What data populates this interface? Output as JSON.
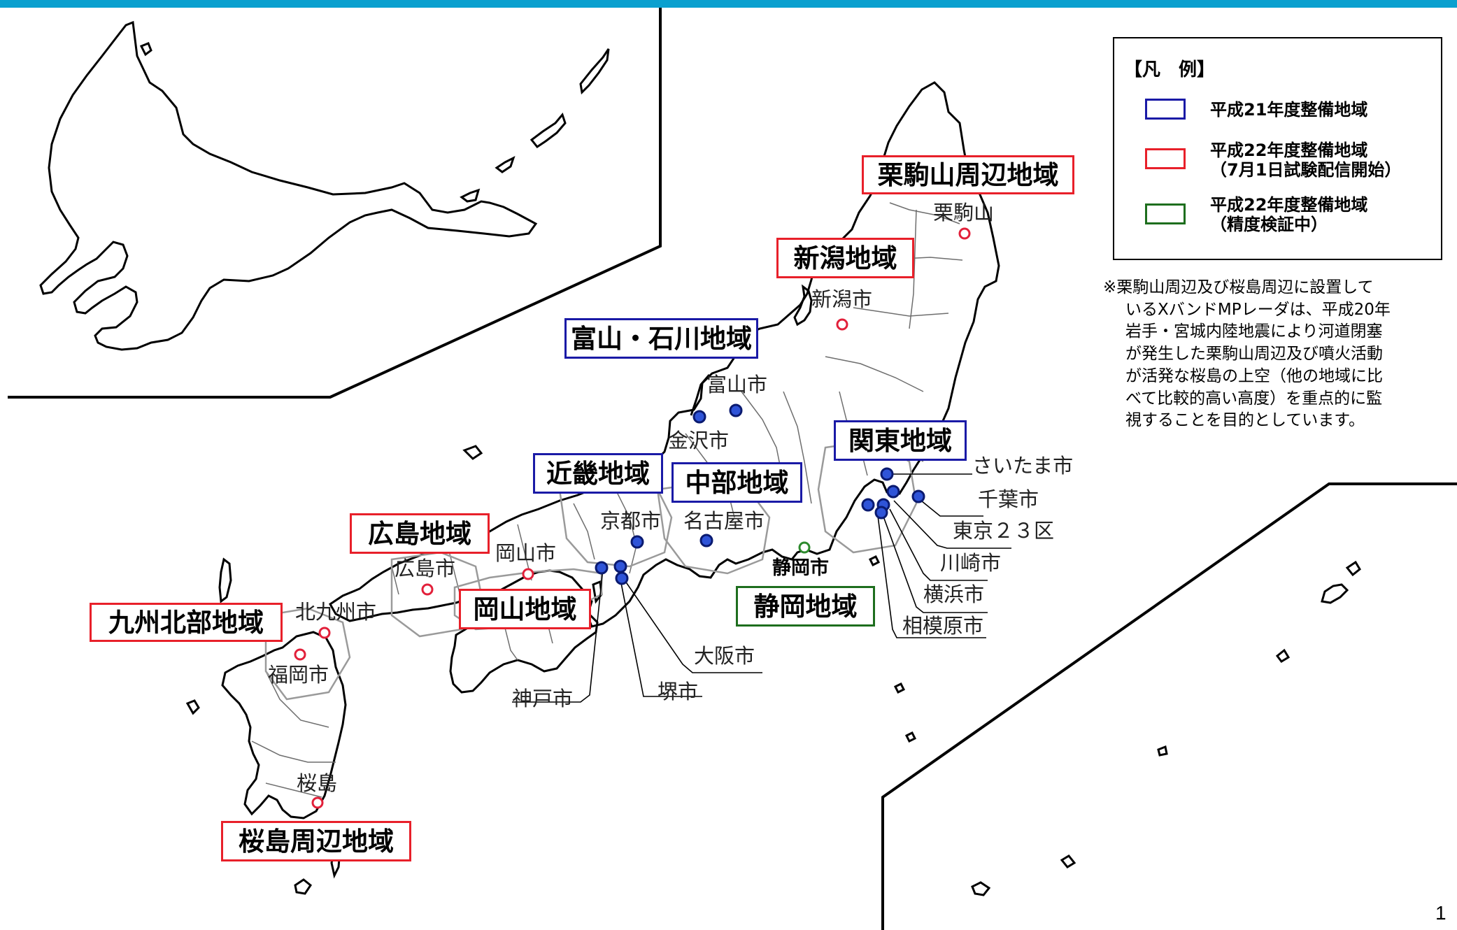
{
  "colors": {
    "top_bar": "#0aa0cf",
    "region_blue": "#1a1aa6",
    "region_red": "#e8202a",
    "region_green": "#1e6e1e",
    "dot_blue": "#2f54d8",
    "dot_red": "#e2203a",
    "dot_green": "#2d8a2d"
  },
  "legend": {
    "title": "【凡　例】",
    "items": [
      {
        "color": "#1a1aa6",
        "line1": "平成21年度整備地域",
        "line2": ""
      },
      {
        "color": "#e8202a",
        "line1": "平成22年度整備地域",
        "line2": "（7月1日試験配信開始）"
      },
      {
        "color": "#1e6e1e",
        "line1": "平成22年度整備地域",
        "line2": "（精度検証中）"
      }
    ]
  },
  "note": {
    "lines": [
      "※栗駒山周辺及び桜島周辺に設置して",
      "いるXバンドMPレーダは、平成20年",
      "岩手・宮城内陸地震により河道閉塞",
      "が発生した栗駒山周辺及び噴火活動",
      "が活発な桜島の上空（他の地域に比",
      "べて比較的高い高度）を重点的に監",
      "視することを目的としています。"
    ]
  },
  "regions": {
    "kurikoma": {
      "label": "栗駒山周辺地域",
      "status": "平成22年度整備地域（7月1日試験配信開始）"
    },
    "niigata": {
      "label": "新潟地域",
      "status": "平成22年度整備地域（7月1日試験配信開始）"
    },
    "toyama_ishikawa": {
      "label": "富山・石川地域",
      "status": "平成21年度整備地域"
    },
    "kanto": {
      "label": "関東地域",
      "status": "平成21年度整備地域"
    },
    "kinki": {
      "label": "近畿地域",
      "status": "平成21年度整備地域"
    },
    "chubu": {
      "label": "中部地域",
      "status": "平成21年度整備地域"
    },
    "hiroshima": {
      "label": "広島地域",
      "status": "平成22年度整備地域（7月1日試験配信開始）"
    },
    "okayama": {
      "label": "岡山地域",
      "status": "平成22年度整備地域（7月1日試験配信開始）"
    },
    "kyushu_hokubu": {
      "label": "九州北部地域",
      "status": "平成22年度整備地域（7月1日試験配信開始）"
    },
    "shizuoka": {
      "label": "静岡地域",
      "status": "平成22年度整備地域（精度検証中）"
    },
    "sakurajima": {
      "label": "桜島周辺地域",
      "status": "平成22年度整備地域（7月1日試験配信開始）"
    }
  },
  "cities": {
    "kurikoma": "栗駒山",
    "niigata": "新潟市",
    "toyama": "富山市",
    "kanazawa": "金沢市",
    "kyoto": "京都市",
    "nagoya": "名古屋市",
    "okayama": "岡山市",
    "hiroshima": "広島市",
    "kitakyushu": "北九州市",
    "fukuoka": "福岡市",
    "sakurajima": "桜島",
    "shizuoka": "静岡市",
    "saitama": "さいたま市",
    "chiba": "千葉市",
    "tokyo23": "東京２３区",
    "kawasaki": "川崎市",
    "yokohama": "横浜市",
    "sagamihara": "相模原市",
    "osaka": "大阪市",
    "sakai": "堺市",
    "kobe": "神戸市"
  },
  "page_number": "1"
}
